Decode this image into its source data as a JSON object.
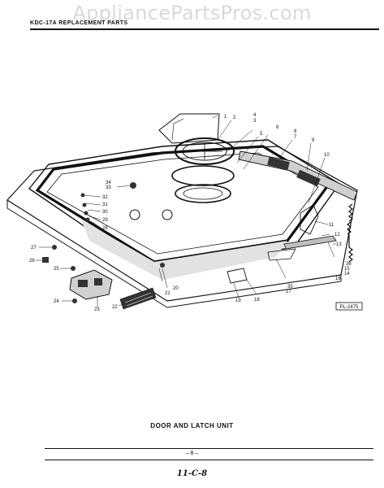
{
  "watermark": "AppliancePartsPros.com",
  "header": {
    "title": "KDC-17A REPLACEMENT PARTS"
  },
  "diagram": {
    "ref_code": "PL-2475",
    "callouts": [
      "1",
      "2",
      "3",
      "4",
      "5",
      "6",
      "7",
      "8",
      "9",
      "10",
      "11",
      "12",
      "13",
      "14",
      "15",
      "16",
      "17",
      "18",
      "19",
      "20",
      "21",
      "22",
      "23",
      "24",
      "25",
      "26",
      "27",
      "28",
      "29",
      "30",
      "31",
      "32",
      "33",
      "34",
      "35",
      "36"
    ]
  },
  "caption": "DOOR AND LATCH UNIT",
  "page_number": "– 8 –",
  "handwritten_note": "11-C-8",
  "colors": {
    "ink": "#111111",
    "watermark": "#d9d9d9",
    "paper": "#ffffff"
  }
}
